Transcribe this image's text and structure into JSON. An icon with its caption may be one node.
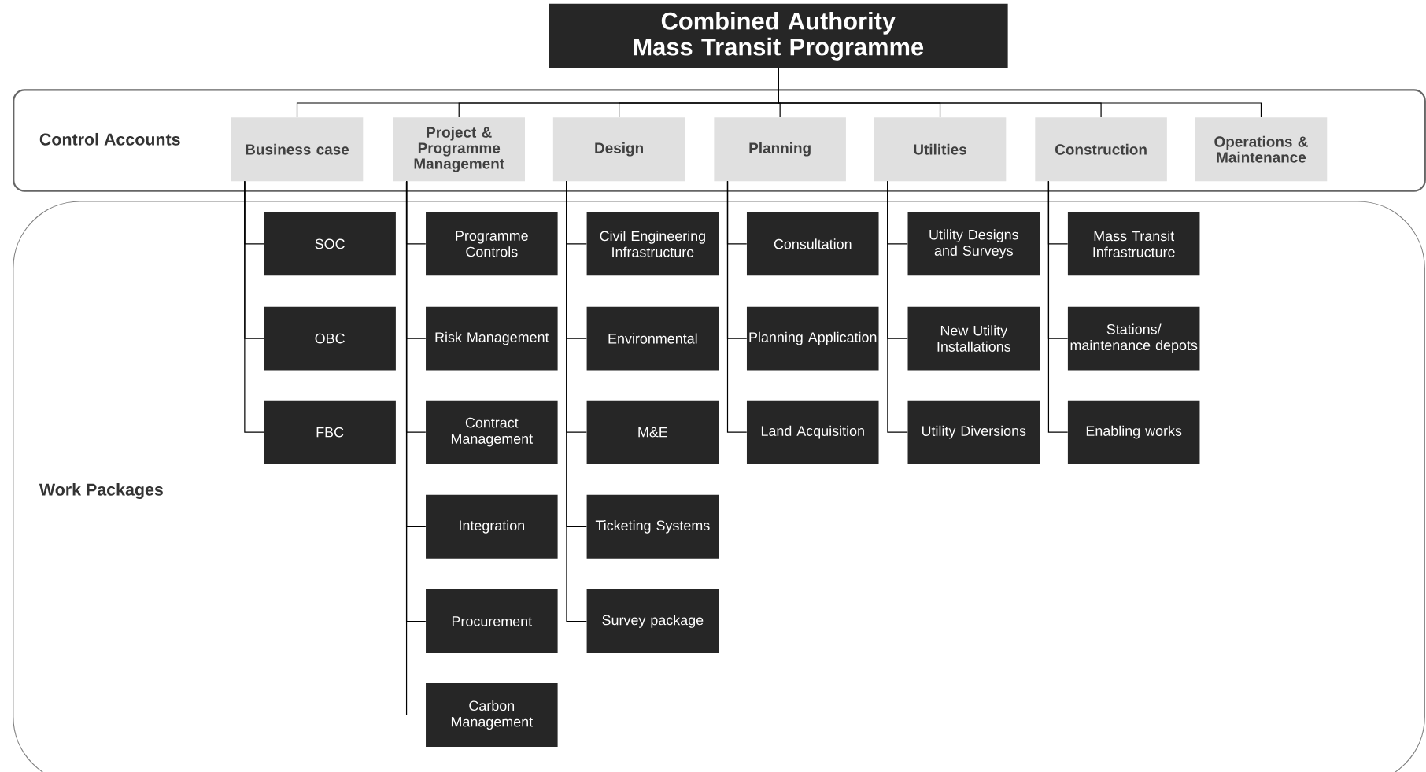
{
  "diagram": {
    "nodes": [
      {
        "text": [
          "Combined Authority Mass Transit Programme"
        ]
      },
      {
        "text": [
          "Control Accounts"
        ]
      },
      {
        "text": [
          "Work Packages"
        ]
      },
      {
        "text": [
          "Business case"
        ],
        "in": 1
      },
      {
        "text": [
          "Project & Programme Management"
        ],
        "in": 1
      },
      {
        "text": [
          "Design"
        ],
        "in": 1
      },
      {
        "text": [
          "Planning"
        ],
        "in": 1
      },
      {
        "text": [
          "Utilities"
        ],
        "in": 1
      },
      {
        "text": [
          "Construction"
        ],
        "in": 1
      },
      {
        "text": [
          "Operations & Maintenance"
        ],
        "in": 1
      },
      {
        "text": [
          "SOC"
        ],
        "in": 2
      },
      {
        "text": [
          "OBC"
        ],
        "in": 2
      },
      {
        "text": [
          "FBC"
        ],
        "in": 2
      },
      {
        "text": [
          "Programme Controls"
        ],
        "in": 2
      },
      {
        "text": [
          "Risk Management"
        ],
        "in": 2
      },
      {
        "text": [
          "Contract Management"
        ],
        "in": 2
      },
      {
        "text": [
          "Integration"
        ],
        "in": 2
      },
      {
        "text": [
          "Procurement"
        ],
        "in": 2
      },
      {
        "text": [
          "Carbon Management"
        ],
        "in": 2
      },
      {
        "text": [
          "Civil Engineering Infrastructure"
        ],
        "in": 2
      },
      {
        "text": [
          "Environmental"
        ],
        "in": 2
      },
      {
        "text": [
          "M&E"
        ],
        "in": 2
      },
      {
        "text": [
          "Ticketing Systems"
        ],
        "in": 2
      },
      {
        "text": [
          "Survey package"
        ],
        "in": 2
      },
      {
        "text": [
          "Consultation"
        ],
        "in": 2
      },
      {
        "text": [
          "Planning Application"
        ],
        "in": 2
      },
      {
        "text": [
          "Land Acquisition"
        ],
        "in": 2
      },
      {
        "text": [
          "Utility Designs and Surveys"
        ],
        "in": 2
      },
      {
        "text": [
          "New Utility Installations"
        ],
        "in": 2
      },
      {
        "text": [
          "Utility Diversions"
        ],
        "in": 2
      },
      {
        "text": [
          "Mass Transit Infrastructure"
        ],
        "in": 2
      },
      {
        "text": [
          "Stations/ maintenance depots"
        ],
        "in": 2
      },
      {
        "text": [
          "Enabling works"
        ],
        "in": 2
      }
    ],
    "edges": [
      {
        "from": 0,
        "to": 3,
        "arrow": "none"
      },
      {
        "from": 0,
        "to": 4,
        "arrow": "none"
      },
      {
        "from": 0,
        "to": 5,
        "arrow": "none"
      },
      {
        "from": 0,
        "to": 6,
        "arrow": "none"
      },
      {
        "from": 0,
        "to": 7,
        "arrow": "none"
      },
      {
        "from": 0,
        "to": 8,
        "arrow": "none"
      },
      {
        "from": 0,
        "to": 9,
        "arrow": "none"
      },
      {
        "from": 3,
        "to": 10,
        "arrow": "none"
      },
      {
        "from": 3,
        "to": 11,
        "arrow": "none"
      },
      {
        "from": 3,
        "to": 12,
        "arrow": "none"
      },
      {
        "from": 4,
        "to": 13,
        "arrow": "none"
      },
      {
        "from": 4,
        "to": 14,
        "arrow": "none"
      },
      {
        "from": 4,
        "to": 15,
        "arrow": "none"
      },
      {
        "from": 4,
        "to": 16,
        "arrow": "none"
      },
      {
        "from": 4,
        "to": 17,
        "arrow": "none"
      },
      {
        "from": 4,
        "to": 18,
        "arrow": "none"
      },
      {
        "from": 5,
        "to": 19,
        "arrow": "none"
      },
      {
        "from": 5,
        "to": 20,
        "arrow": "none"
      },
      {
        "from": 5,
        "to": 21,
        "arrow": "none"
      },
      {
        "from": 5,
        "to": 22,
        "arrow": "none"
      },
      {
        "from": 5,
        "to": 23,
        "arrow": "none"
      },
      {
        "from": 6,
        "to": 24,
        "arrow": "none"
      },
      {
        "from": 6,
        "to": 25,
        "arrow": "none"
      },
      {
        "from": 6,
        "to": 26,
        "arrow": "none"
      },
      {
        "from": 7,
        "to": 27,
        "arrow": "none"
      },
      {
        "from": 7,
        "to": 28,
        "arrow": "none"
      },
      {
        "from": 7,
        "to": 29,
        "arrow": "none"
      },
      {
        "from": 8,
        "to": 30,
        "arrow": "none"
      },
      {
        "from": 8,
        "to": 31,
        "arrow": "none"
      },
      {
        "from": 8,
        "to": 32,
        "arrow": "none"
      }
    ]
  }
}
